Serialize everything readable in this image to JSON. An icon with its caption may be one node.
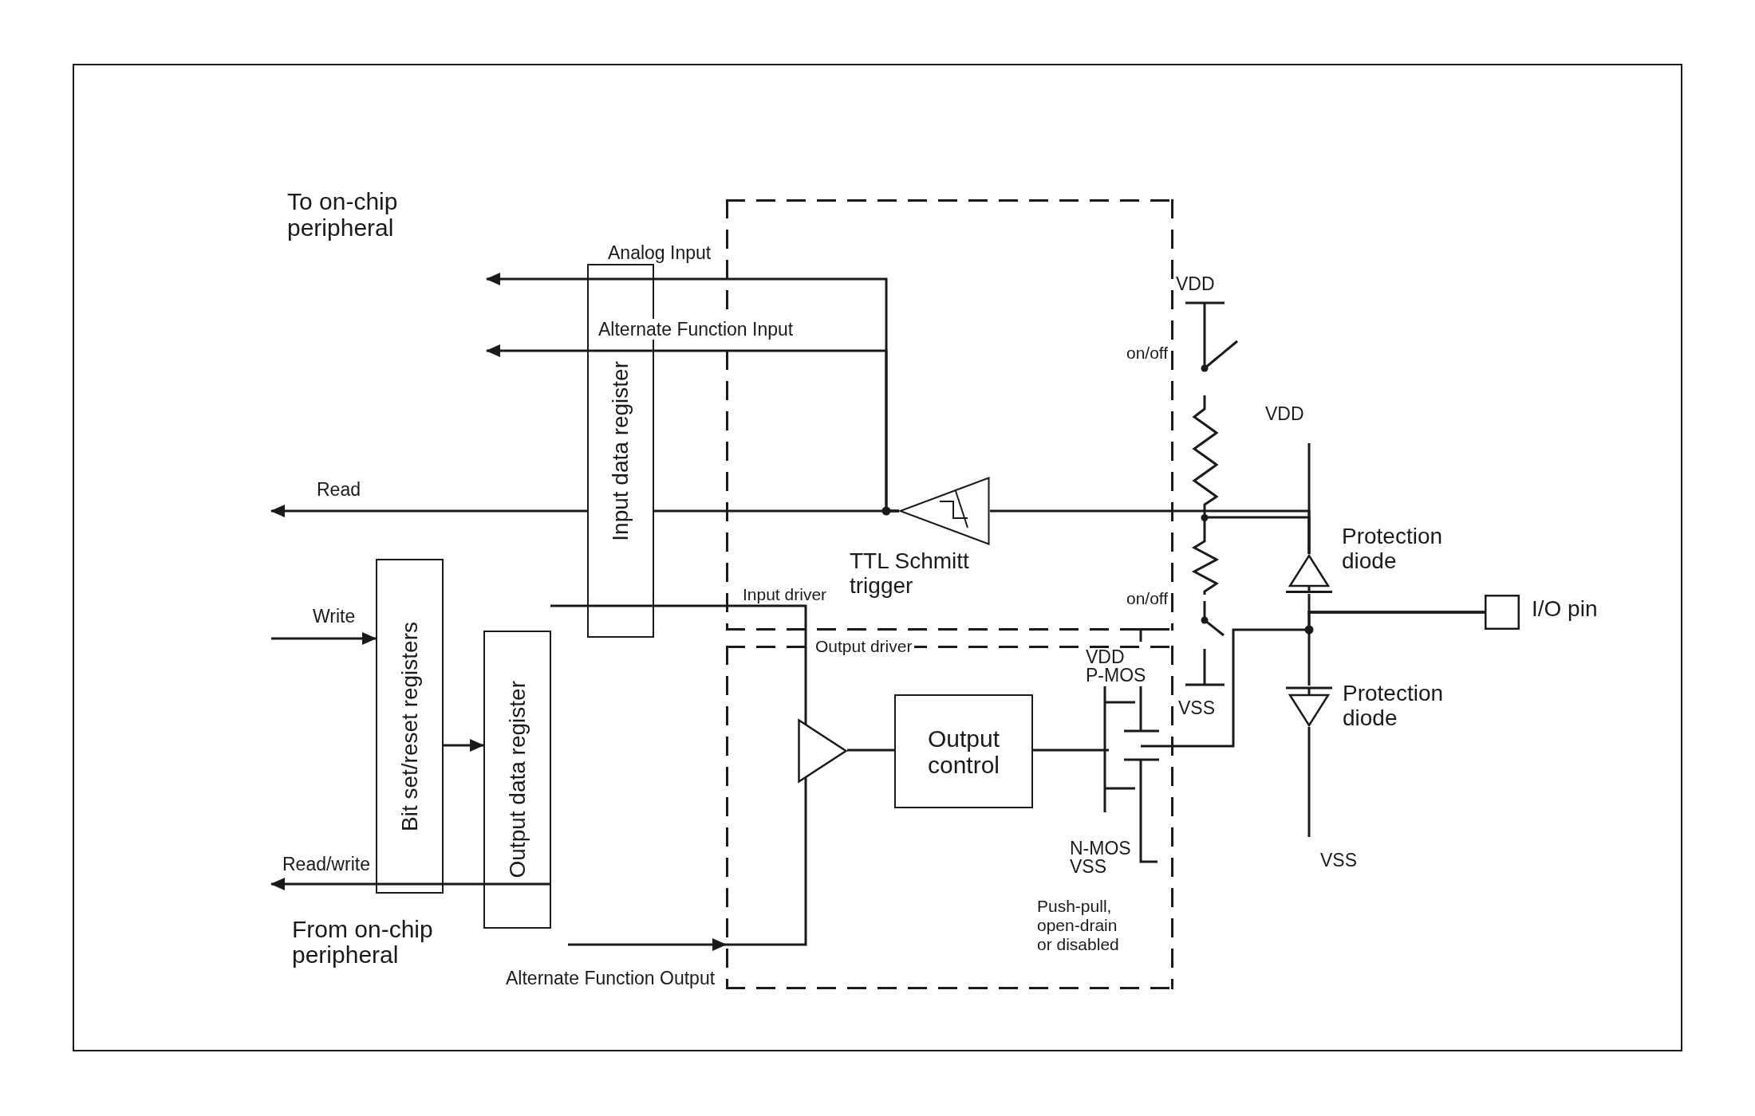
{
  "diagram": {
    "nodes": [
      {
        "text": [
          "Input data register"
        ]
      },
      {
        "text": [
          "Bit set/reset registers"
        ]
      },
      {
        "text": [
          "Output data register"
        ]
      },
      {
        "text": [
          "Input driver"
        ]
      },
      {
        "text": [],
        "shape": "triangle",
        "in": 3,
        "beside": [
          "TTL Schmitt trigger"
        ]
      },
      {
        "text": [
          "Output driver"
        ]
      },
      {
        "text": [],
        "shape": "triangle",
        "in": 5
      },
      {
        "text": [
          "Output control"
        ],
        "in": 5
      },
      {
        "text": [],
        "shape": "transistor",
        "in": 5,
        "beside": [
          "VDD",
          "P-MOS",
          "N-MOS",
          "VSS"
        ]
      },
      {
        "text": [],
        "shape": "resistor",
        "beside": [
          "VDD",
          "on/off"
        ]
      },
      {
        "text": [],
        "shape": "resistor",
        "beside": [
          "on/off",
          "VSS"
        ]
      },
      {
        "text": [],
        "shape": "diode",
        "beside": [
          "Protection diode"
        ]
      },
      {
        "text": [],
        "shape": "box",
        "beside": [
          "I/O pin"
        ]
      },
      {
        "text": [],
        "shape": "diode",
        "beside": [
          "Protection diode"
        ]
      }
    ],
    "edges": [
      {
        "from": 4,
        "to": 0,
        "arrow": "none"
      },
      {
        "from": 4,
        "to": null,
        "arrow": "to",
        "label": "Analog Input"
      },
      {
        "from": 4,
        "to": null,
        "arrow": "to",
        "label": "Alternate Function Input"
      },
      {
        "from": 0,
        "to": null,
        "arrow": "to",
        "label": "Read"
      },
      {
        "from": null,
        "to": 1,
        "arrow": "to",
        "label": "Write"
      },
      {
        "from": 1,
        "to": 2,
        "arrow": "to"
      },
      {
        "from": 2,
        "to": null,
        "arrow": "to",
        "label": "Read/write"
      },
      {
        "from": null,
        "to": 6,
        "arrow": "none"
      },
      {
        "from": null,
        "to": 5,
        "arrow": "to",
        "label": "Alternate Function Output"
      },
      {
        "from": 5,
        "to": 6,
        "arrow": "none"
      },
      {
        "from": 6,
        "to": 7,
        "arrow": "none"
      },
      {
        "from": 7,
        "to": 8,
        "arrow": "none"
      },
      {
        "from": 4,
        "to": 11,
        "arrow": "none"
      },
      {
        "from": 9,
        "to": 10,
        "arrow": "none"
      },
      {
        "from": 10,
        "to": 11,
        "arrow": "none"
      },
      {
        "from": null,
        "to": 11,
        "arrow": "none"
      },
      {
        "from": 12,
        "to": 11,
        "arrow": "none"
      },
      {
        "from": 12,
        "to": 13,
        "arrow": "none"
      },
      {
        "from": 8,
        "to": 12,
        "arrow": "none"
      },
      {
        "from": 13,
        "to": null,
        "arrow": "none"
      }
    ],
    "labels": [
      "To on-chip peripheral",
      "VDD",
      "VSS",
      "From on-chip peripheral",
      "Push-pull, open-drain or disabled"
    ]
  }
}
